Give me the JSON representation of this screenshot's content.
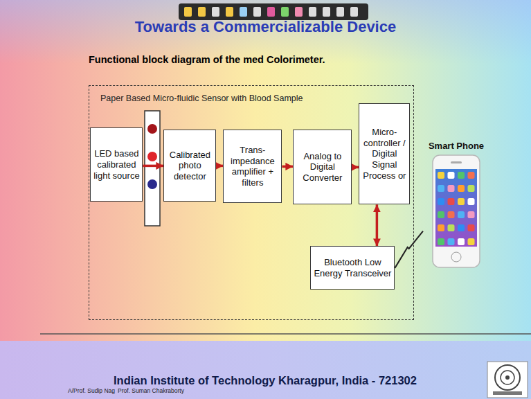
{
  "diagram": {
    "title": "Towards a Commercializable Device",
    "nodes": [
      {
        "text": [
          "Paper Based Micro-fluidic Sensor with Blood Sample"
        ]
      },
      {
        "text": [
          "LED based calibrated light source"
        ],
        "in": 0
      },
      {
        "text": [
          "Calibrated photo detector"
        ],
        "in": 0
      },
      {
        "text": [
          "Trans- impedance amplifier + filters"
        ],
        "in": 0
      },
      {
        "text": [
          "Analog to Digital Converter"
        ],
        "in": 0
      },
      {
        "text": [
          "Micro- controller / Digital Signal Process or"
        ],
        "in": 0
      },
      {
        "text": [
          "Bluetooth Low Energy Transceiver"
        ],
        "in": 0
      },
      {
        "text": [
          "Smart Phone"
        ]
      }
    ],
    "edges": [
      {
        "from": 1,
        "to": 2,
        "arrow": "to"
      },
      {
        "from": 2,
        "to": 3,
        "arrow": "to"
      },
      {
        "from": 3,
        "to": 4,
        "arrow": "to"
      },
      {
        "from": 4,
        "to": 5,
        "arrow": "to"
      },
      {
        "from": 5,
        "to": 6,
        "arrow": "both"
      },
      {
        "from": 6,
        "to": 7,
        "arrow": "none"
      }
    ],
    "labels": [
      "Functional block diagram of the med Colorimeter.",
      "Indian Institute of Technology Kharagpur, India - 721302",
      "A/Prof. Sudip Nag",
      "Prof. Suman Chakraborty"
    ]
  }
}
